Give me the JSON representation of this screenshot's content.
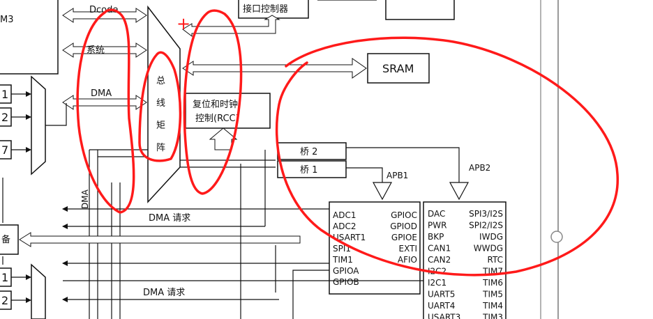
{
  "labels": {
    "tim3_fragment": "M3",
    "dcode": "Dcode",
    "system": "系统",
    "dma_bus": "DMA",
    "bus_matrix": "总线矩阵",
    "interface_controller": "接口控制器",
    "sram": "SRAM",
    "rcc_line1": "复位和时钟",
    "rcc_line2": "控制(RCC)",
    "bridge2": "桥 2",
    "bridge1": "桥 1",
    "apb1": "APB1",
    "apb2": "APB2",
    "dma_vertical": "DMA",
    "dma_request_1": "DMA 请求",
    "dma_request_2": "DMA 请求",
    "side_fragment": "备",
    "ch_1a": "1",
    "ch_2a": "2",
    "ch_7a": "7",
    "ch_1b": "1",
    "ch_2b": "2"
  },
  "apb1_peripherals": {
    "left": [
      "ADC1",
      "ADC2",
      "USART1",
      "SPI1",
      "TIM1",
      "GPIOA",
      "GPIOB"
    ],
    "right": [
      "GPIOC",
      "GPIOD",
      "GPIOE",
      "EXTI",
      "AFIO"
    ]
  },
  "apb2_peripherals": {
    "left": [
      "DAC",
      "PWR",
      "BKP",
      "CAN1",
      "CAN2",
      "I2C2",
      "I2C1",
      "UART5",
      "UART4",
      "USART3"
    ],
    "right": [
      "SPI3/I2S",
      "SPI2/I2S",
      "IWDG",
      "WWDG",
      "RTC",
      "TIM7",
      "TIM6",
      "TIM5",
      "TIM4",
      "TIM3"
    ]
  },
  "colors": {
    "ink": "#111111",
    "annotation_red": "#ff1a1a",
    "frame_gray": "#9a9a9a",
    "background": "#ffffff"
  },
  "annotation_mark": "+"
}
